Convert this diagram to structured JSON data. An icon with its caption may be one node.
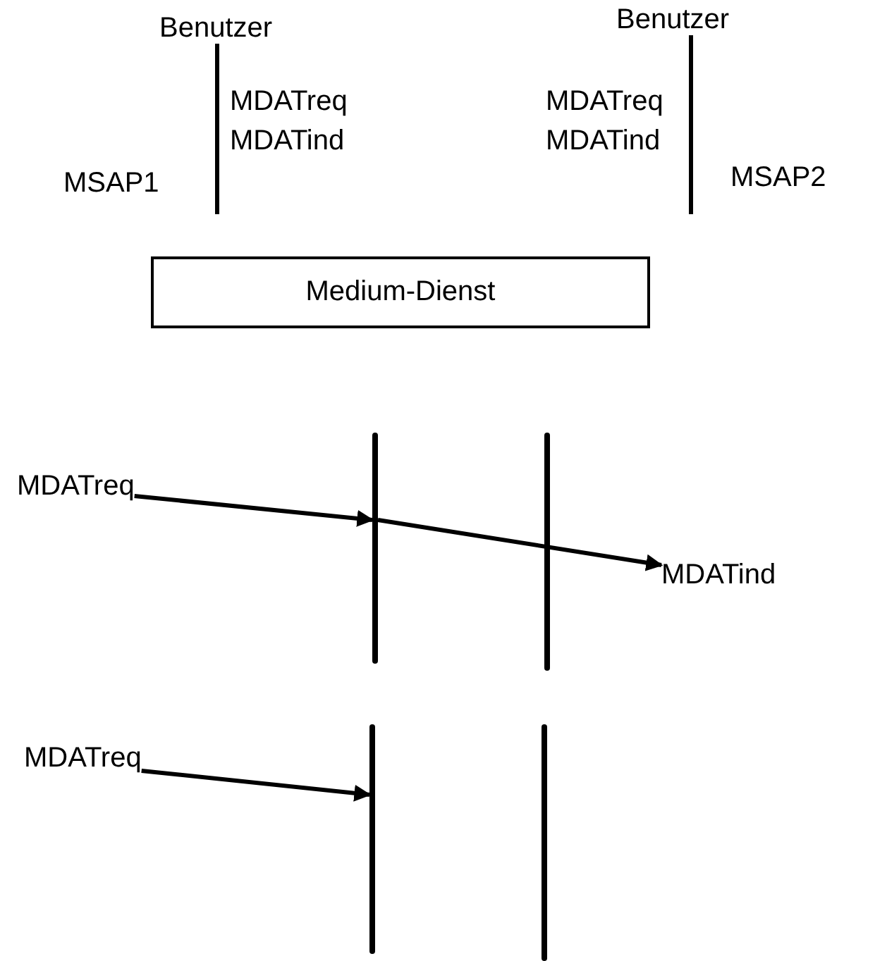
{
  "diagram": {
    "nodes": [
      {
        "text": [
          "Medium-Dienst"
        ]
      },
      {
        "text": [
          "Benutzer"
        ]
      },
      {
        "text": [
          "Benutzer"
        ]
      },
      {
        "text": [
          "MDATreq"
        ]
      },
      {
        "text": [],
        "shape": "bar"
      },
      {
        "text": [],
        "shape": "bar"
      },
      {
        "text": [
          "MDATind"
        ]
      },
      {
        "text": [
          "MDATreq"
        ]
      },
      {
        "text": [],
        "shape": "bar"
      },
      {
        "text": [],
        "shape": "bar"
      }
    ],
    "edges": [
      {
        "from": 1,
        "to": null,
        "arrow": "none"
      },
      {
        "from": 2,
        "to": null,
        "arrow": "none"
      },
      {
        "from": 3,
        "to": 4,
        "arrow": "to"
      },
      {
        "from": 4,
        "to": 6,
        "arrow": "to"
      },
      {
        "from": 7,
        "to": 8,
        "arrow": "to"
      }
    ],
    "labels": [
      "MDATreq",
      "MDATreq",
      "MDATind",
      "MDATind",
      "MSAP1",
      "MSAP2"
    ]
  }
}
